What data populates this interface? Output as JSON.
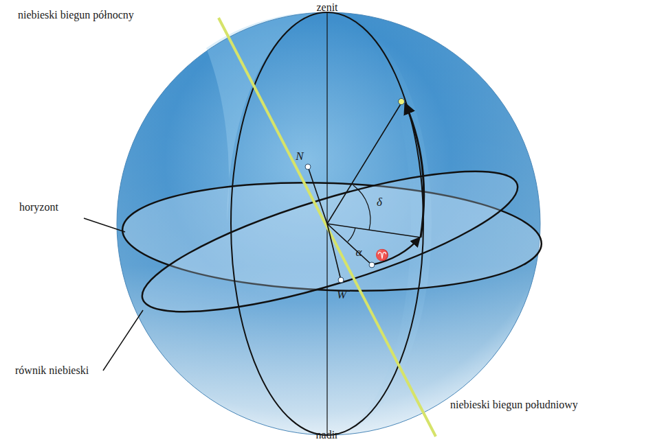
{
  "diagram": {
    "labels": [
      "zenit",
      "niebieski biegun północny",
      "horyzont",
      "równik niebieski",
      "niebieski biegun południowy",
      "nadir",
      "N",
      "W",
      "δ",
      "α",
      "♈"
    ]
  }
}
